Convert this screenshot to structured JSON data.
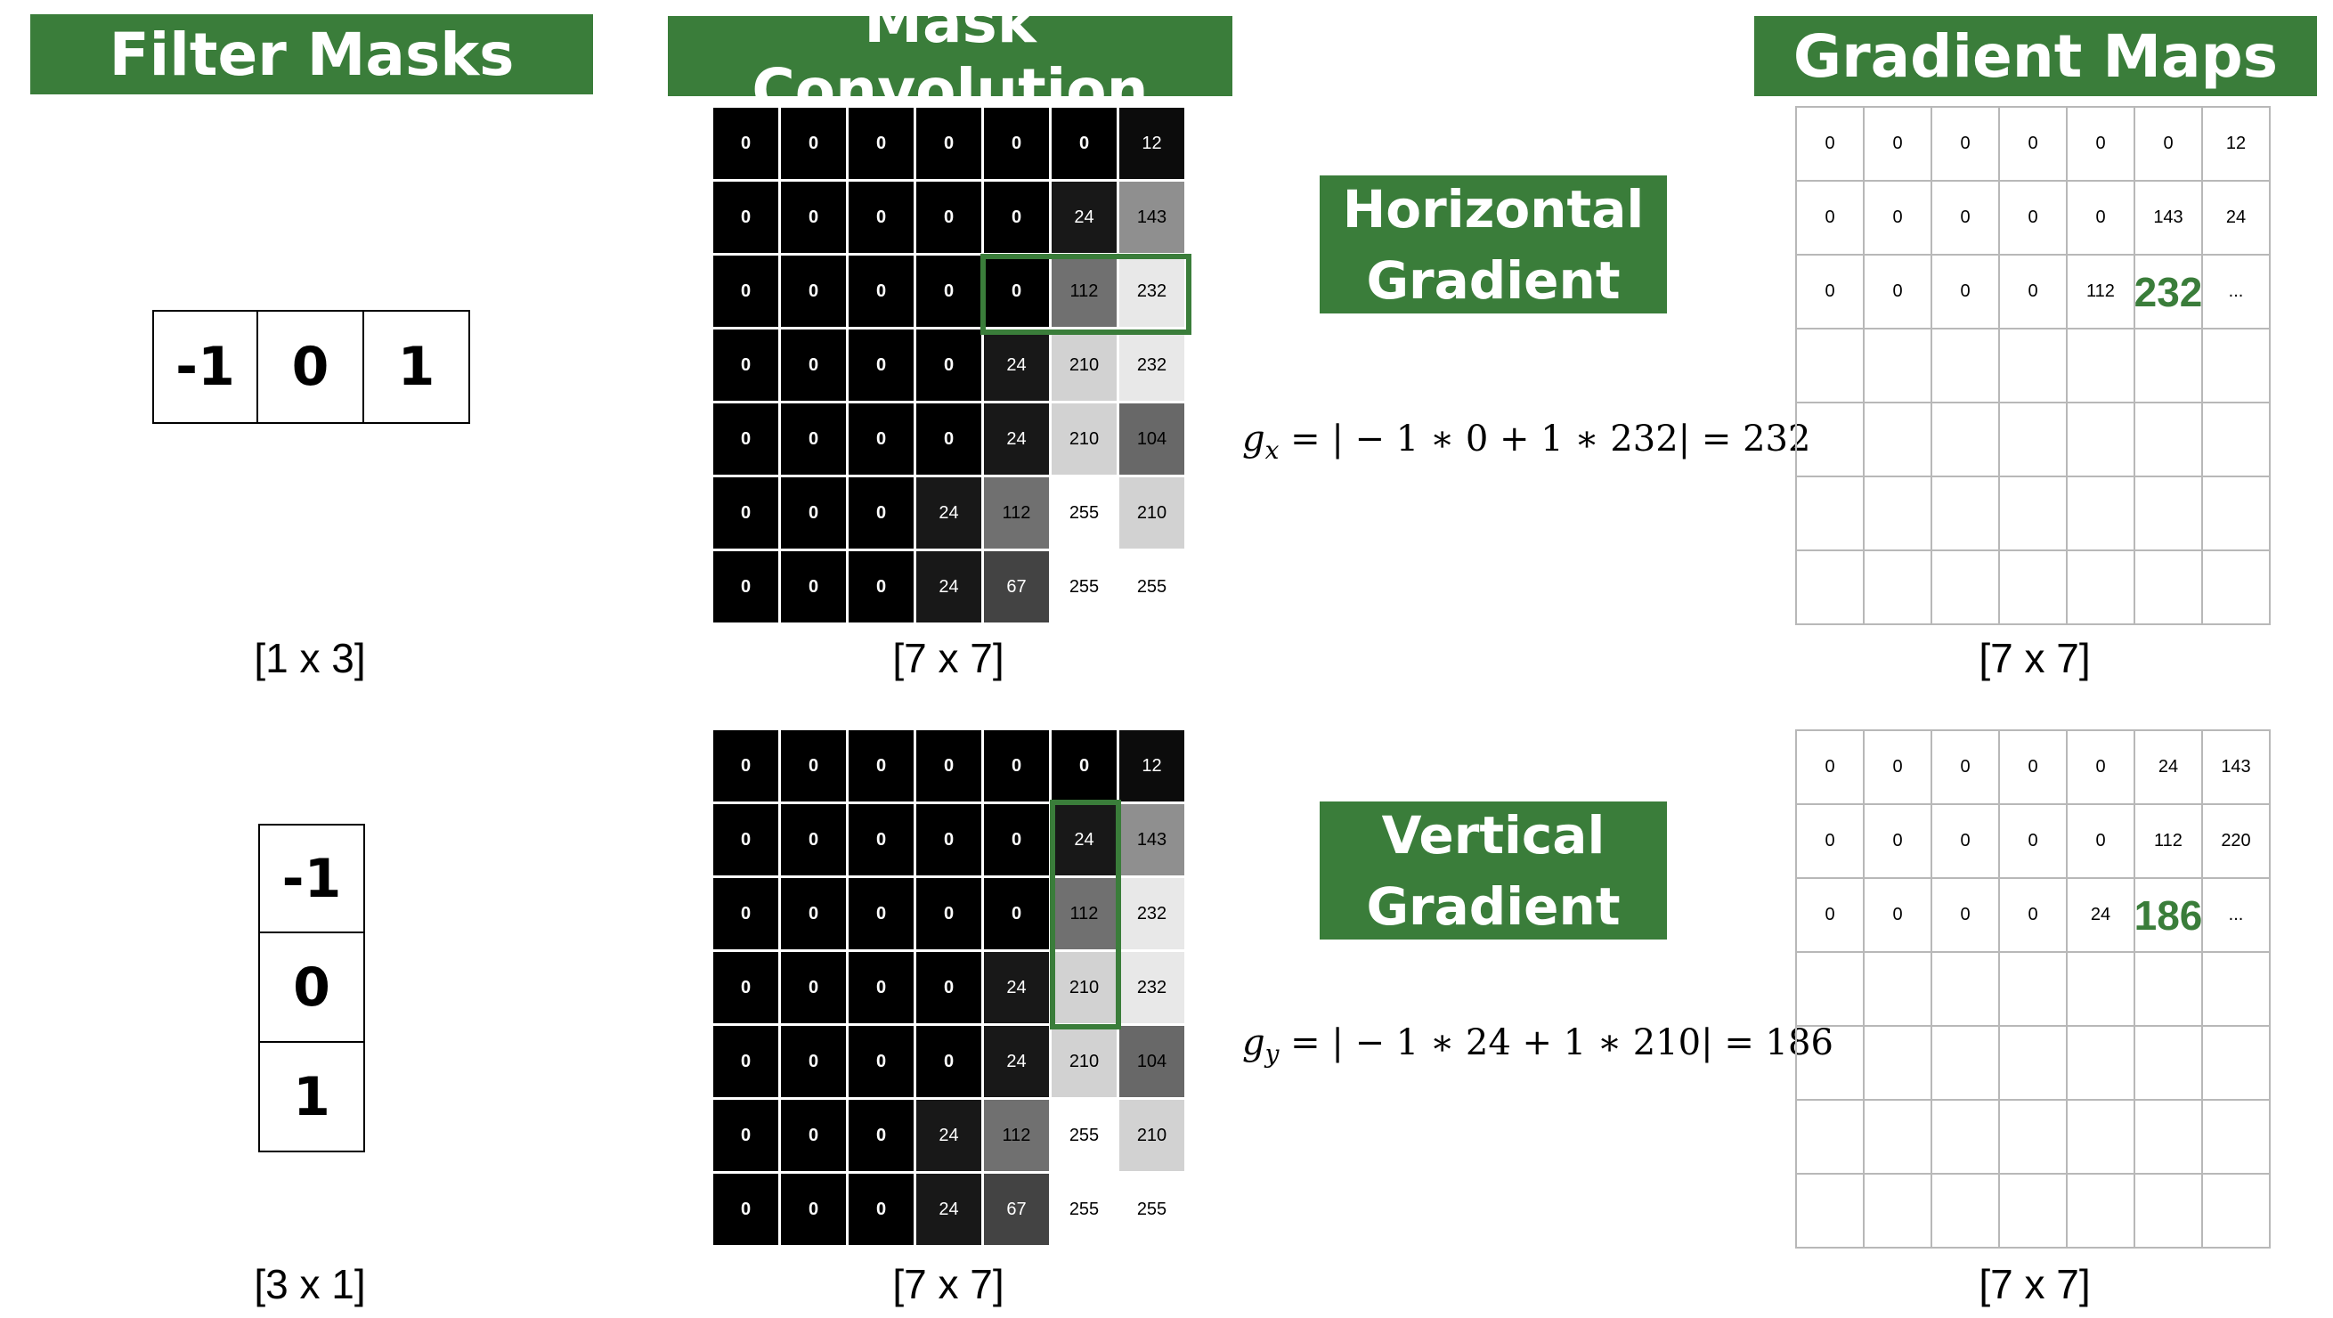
{
  "headers": {
    "filter_masks": "Filter Masks",
    "mask_convolution": "Mask Convolution",
    "gradient_maps": "Gradient Maps"
  },
  "labels": {
    "horizontal_line1": "Horizontal",
    "horizontal_line2": "Gradient",
    "vertical_line1": "Vertical",
    "vertical_line2": "Gradient"
  },
  "captions": {
    "h_filter": "[1 x 3]",
    "v_filter": "[3 x 1]",
    "h_image": "[7 x 7]",
    "v_image": "[7 x 7]",
    "h_gradient": "[7 x 7]",
    "v_gradient": "[7 x 7]"
  },
  "filters": {
    "horizontal": [
      "-1",
      "0",
      "1"
    ],
    "vertical": [
      "-1",
      "0",
      "1"
    ]
  },
  "image": [
    [
      "0",
      "0",
      "0",
      "0",
      "0",
      "0",
      "12"
    ],
    [
      "0",
      "0",
      "0",
      "0",
      "0",
      "24",
      "143"
    ],
    [
      "0",
      "0",
      "0",
      "0",
      "0",
      "112",
      "232"
    ],
    [
      "0",
      "0",
      "0",
      "0",
      "24",
      "210",
      "232"
    ],
    [
      "0",
      "0",
      "0",
      "0",
      "24",
      "210",
      "104"
    ],
    [
      "0",
      "0",
      "0",
      "24",
      "112",
      "255",
      "210"
    ],
    [
      "0",
      "0",
      "0",
      "24",
      "67",
      "255",
      "255"
    ]
  ],
  "formulas": {
    "gx_var": "g",
    "gx_sub": "x",
    "gx_rhs": "= | − 1 ∗ 0 + 1 ∗ 232| = 232",
    "gy_var": "g",
    "gy_sub": "y",
    "gy_rhs": "= | − 1 ∗ 24 + 1 ∗ 210| = 186"
  },
  "gradient_h": [
    [
      "0",
      "0",
      "0",
      "0",
      "0",
      "0",
      "12"
    ],
    [
      "0",
      "0",
      "0",
      "0",
      "0",
      "143",
      "24"
    ],
    [
      "0",
      "0",
      "0",
      "0",
      "112",
      "232",
      "..."
    ],
    [
      "",
      "",
      "",
      "",
      "",
      "",
      ""
    ],
    [
      "",
      "",
      "",
      "",
      "",
      "",
      ""
    ],
    [
      "",
      "",
      "",
      "",
      "",
      "",
      ""
    ],
    [
      "",
      "",
      "",
      "",
      "",
      "",
      ""
    ]
  ],
  "gradient_v": [
    [
      "0",
      "0",
      "0",
      "0",
      "0",
      "24",
      "143"
    ],
    [
      "0",
      "0",
      "0",
      "0",
      "0",
      "112",
      "220"
    ],
    [
      "0",
      "0",
      "0",
      "0",
      "24",
      "186",
      "..."
    ],
    [
      "",
      "",
      "",
      "",
      "",
      "",
      ""
    ],
    [
      "",
      "",
      "",
      "",
      "",
      "",
      ""
    ],
    [
      "",
      "",
      "",
      "",
      "",
      "",
      ""
    ],
    [
      "",
      "",
      "",
      "",
      "",
      "",
      ""
    ]
  ],
  "highlight_values": {
    "horizontal": "232",
    "vertical": "186"
  },
  "colors": {
    "accent": "#3a7d3a",
    "banner_text": "#ffffff"
  }
}
